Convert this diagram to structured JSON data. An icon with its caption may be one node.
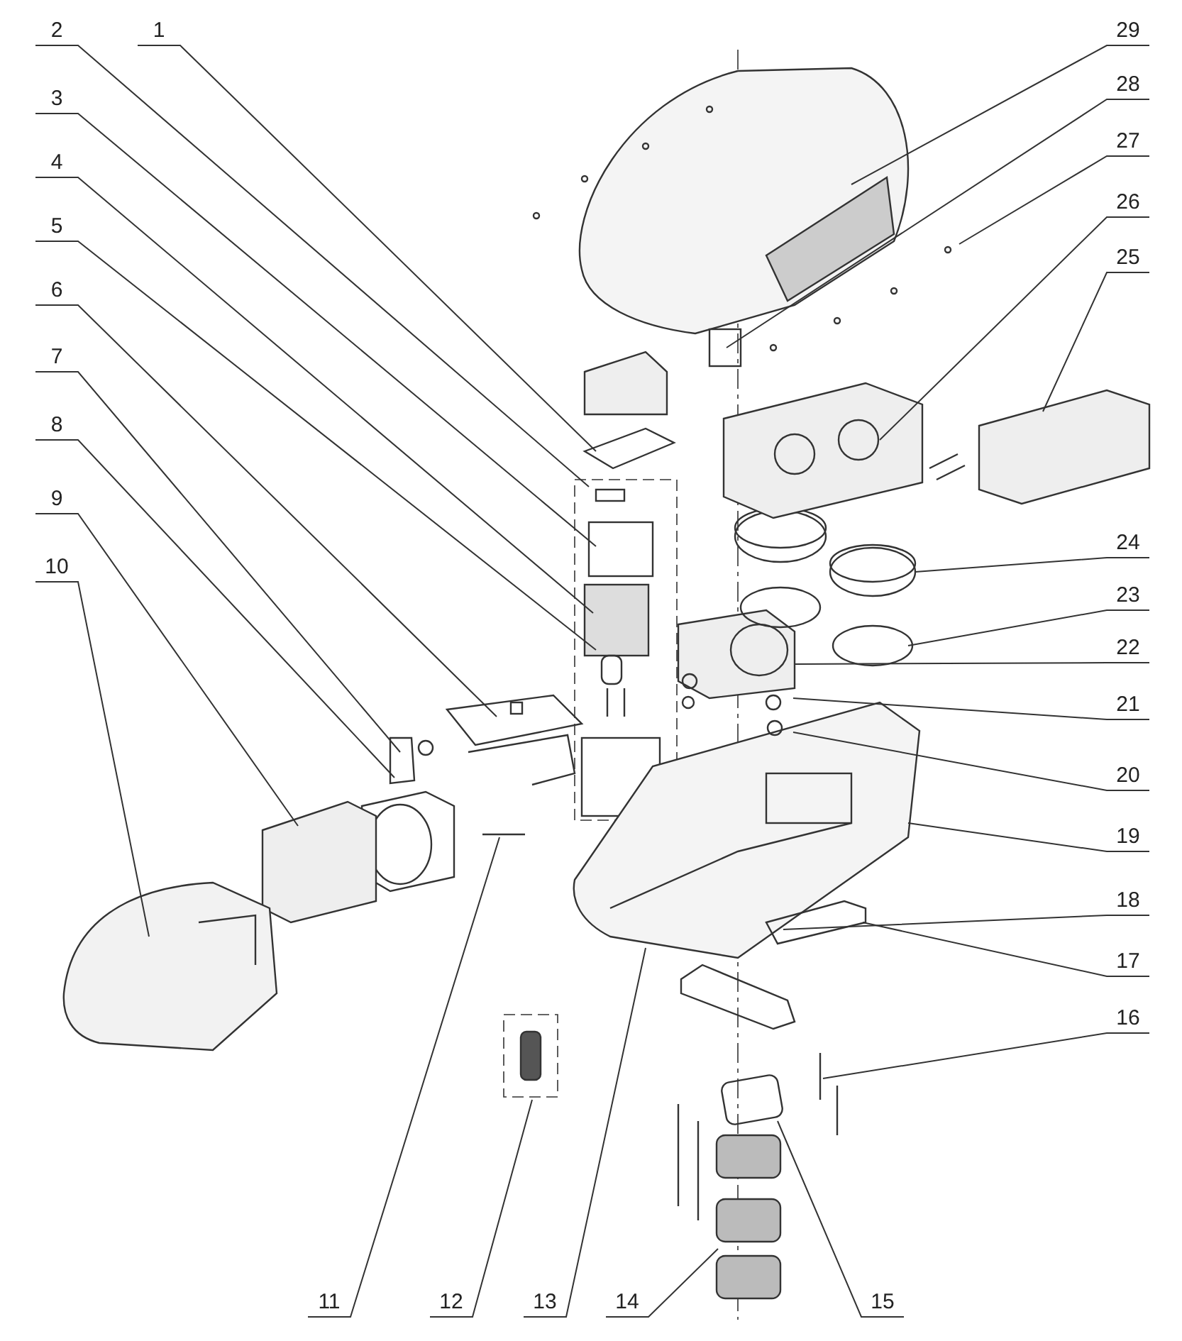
{
  "diagram": {
    "nodes": [
      {
        "text": [
          "1"
        ]
      },
      {
        "text": [
          "2"
        ]
      },
      {
        "text": [
          "3"
        ]
      },
      {
        "text": [
          "4"
        ]
      },
      {
        "text": [
          "5"
        ]
      },
      {
        "text": [
          "6"
        ]
      },
      {
        "text": [
          "7"
        ]
      },
      {
        "text": [
          "8"
        ]
      },
      {
        "text": [
          "9"
        ]
      },
      {
        "text": [
          "10"
        ]
      },
      {
        "text": [
          "11"
        ]
      },
      {
        "text": [
          "12"
        ]
      },
      {
        "text": [
          "13"
        ]
      },
      {
        "text": [
          "14"
        ]
      },
      {
        "text": [
          "15"
        ]
      },
      {
        "text": [
          "16"
        ]
      },
      {
        "text": [
          "17"
        ]
      },
      {
        "text": [
          "18"
        ]
      },
      {
        "text": [
          "19"
        ]
      },
      {
        "text": [
          "20"
        ]
      },
      {
        "text": [
          "21"
        ]
      },
      {
        "text": [
          "22"
        ]
      },
      {
        "text": [
          "23"
        ]
      },
      {
        "text": [
          "24"
        ]
      },
      {
        "text": [
          "25"
        ]
      },
      {
        "text": [
          "26"
        ]
      },
      {
        "text": [
          "27"
        ]
      },
      {
        "text": [
          "28"
        ]
      },
      {
        "text": [
          "29"
        ]
      }
    ],
    "edges": [
      {
        "from": 0,
        "to": null,
        "arrow": "none"
      },
      {
        "from": 1,
        "to": null,
        "arrow": "none"
      },
      {
        "from": 2,
        "to": null,
        "arrow": "none"
      },
      {
        "from": 3,
        "to": null,
        "arrow": "none"
      },
      {
        "from": 4,
        "to": null,
        "arrow": "none"
      },
      {
        "from": 5,
        "to": null,
        "arrow": "none"
      },
      {
        "from": 6,
        "to": null,
        "arrow": "none"
      },
      {
        "from": 7,
        "to": null,
        "arrow": "none"
      },
      {
        "from": 8,
        "to": null,
        "arrow": "none"
      },
      {
        "from": 9,
        "to": null,
        "arrow": "none"
      },
      {
        "from": 10,
        "to": null,
        "arrow": "none"
      },
      {
        "from": 11,
        "to": null,
        "arrow": "none"
      },
      {
        "from": 12,
        "to": null,
        "arrow": "none"
      },
      {
        "from": 13,
        "to": null,
        "arrow": "none"
      },
      {
        "from": 14,
        "to": null,
        "arrow": "none"
      },
      {
        "from": 15,
        "to": null,
        "arrow": "none"
      },
      {
        "from": 16,
        "to": null,
        "arrow": "none"
      },
      {
        "from": 17,
        "to": null,
        "arrow": "none"
      },
      {
        "from": 18,
        "to": null,
        "arrow": "none"
      },
      {
        "from": 19,
        "to": null,
        "arrow": "none"
      },
      {
        "from": 20,
        "to": null,
        "arrow": "none"
      },
      {
        "from": 21,
        "to": null,
        "arrow": "none"
      },
      {
        "from": 22,
        "to": null,
        "arrow": "none"
      },
      {
        "from": 23,
        "to": null,
        "arrow": "none"
      },
      {
        "from": 24,
        "to": null,
        "arrow": "none"
      },
      {
        "from": 25,
        "to": null,
        "arrow": "none"
      },
      {
        "from": 26,
        "to": null,
        "arrow": "none"
      },
      {
        "from": 27,
        "to": null,
        "arrow": "none"
      },
      {
        "from": 28,
        "to": null,
        "arrow": "none"
      }
    ]
  }
}
